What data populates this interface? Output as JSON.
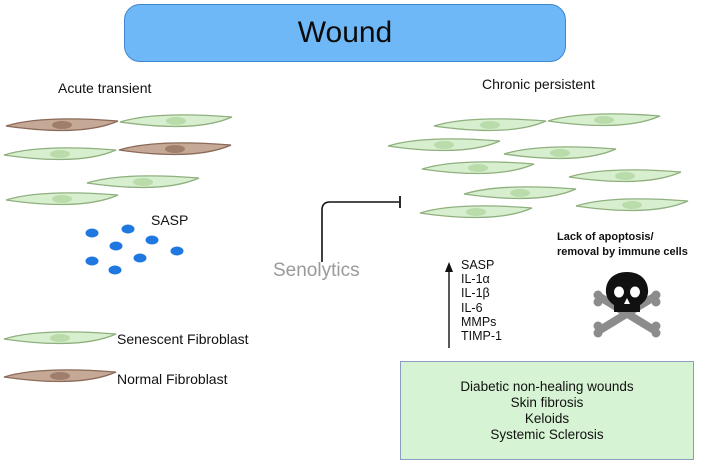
{
  "title": "Wound",
  "left_heading": "Acute transient",
  "right_heading": "Chronic persistent",
  "sasp_label": "SASP",
  "senolytics_label": "Senolytics",
  "markers": [
    "SASP",
    "IL-1α",
    "IL-1β",
    "IL-6",
    "MMPs",
    "TIMP-1"
  ],
  "apoptosis_note": [
    "Lack of apoptosis/",
    "removal by immune cells"
  ],
  "legend": {
    "senescent": "Senescent Fibroblast",
    "normal": "Normal Fibroblast"
  },
  "diseases": [
    "Diabetic non-healing wounds",
    "Skin fibrosis",
    "Keloids",
    "Systemic Sclerosis"
  ],
  "colors": {
    "senescent_fill": "#d8efcf",
    "senescent_stroke": "#8fb07e",
    "senescent_nucleus": "#b9dcaa",
    "normal_fill": "#c6a896",
    "normal_stroke": "#8a6a58",
    "normal_nucleus": "#a07e6c",
    "sasp_dot": "#1f77e0",
    "title_fill": "#6fb8f7",
    "disease_fill": "#d6f3d3"
  },
  "icons": [
    "skull-crossbones-icon",
    "inhibition-arrow-icon",
    "up-arrow-icon"
  ]
}
